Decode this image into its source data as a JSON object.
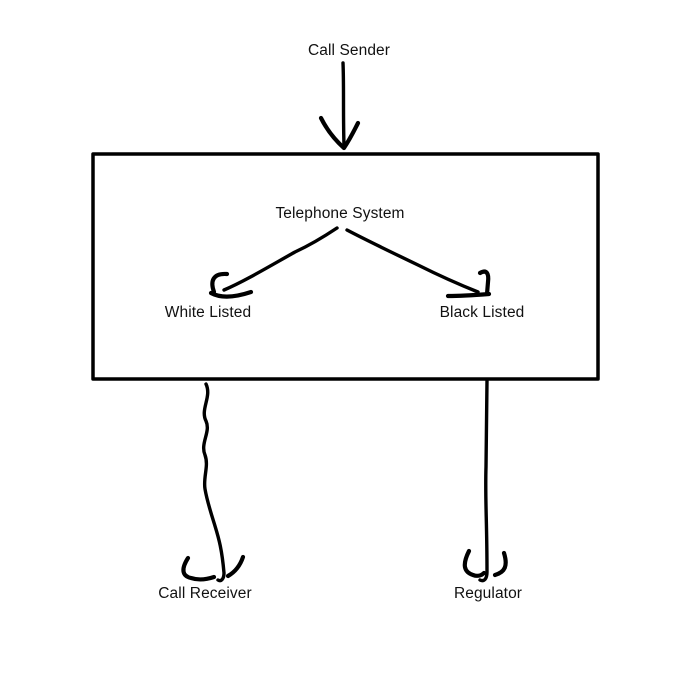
{
  "diagram": {
    "background": "#ffffff",
    "ink": "#000000",
    "style": "hand-drawn flowchart",
    "nodes": {
      "call_sender": {
        "label": "Call Sender"
      },
      "telephone_system": {
        "label": "Telephone System"
      },
      "white_listed": {
        "label": "White Listed"
      },
      "black_listed": {
        "label": "Black Listed"
      },
      "call_receiver": {
        "label": "Call Receiver"
      },
      "regulator": {
        "label": "Regulator"
      }
    },
    "container": {
      "shape": "rectangle",
      "contains": [
        "Telephone System",
        "White Listed",
        "Black Listed"
      ]
    },
    "edges": [
      {
        "from": "Call Sender",
        "to": "Telephone System",
        "arrow": "down"
      },
      {
        "from": "Telephone System",
        "to": "White Listed",
        "arrow": "down-left"
      },
      {
        "from": "Telephone System",
        "to": "Black Listed",
        "arrow": "down-right"
      },
      {
        "from": "White Listed",
        "to": "Call Receiver",
        "arrow": "down-wavy"
      },
      {
        "from": "Black Listed",
        "to": "Regulator",
        "arrow": "down"
      }
    ]
  }
}
